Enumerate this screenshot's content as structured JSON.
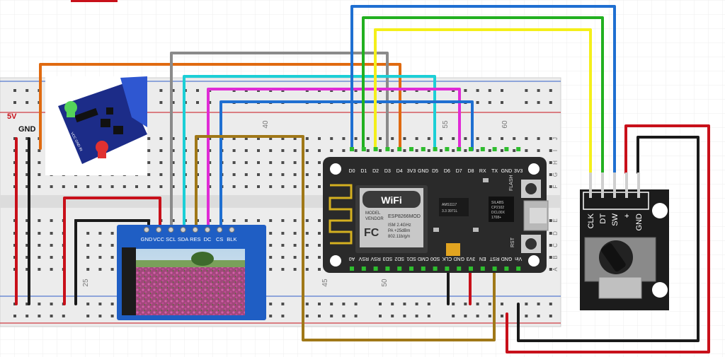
{
  "breadboard": {
    "column_numbers": [
      "25",
      "40",
      "45",
      "50",
      "55",
      "60"
    ],
    "row_letters": [
      "J",
      "I",
      "H",
      "G",
      "F",
      "E",
      "D",
      "C",
      "B",
      "A"
    ]
  },
  "power_labels": {
    "v5": "5V",
    "gnd": "GND",
    "in": "IN"
  },
  "relay_module": {
    "pin_labels": "VCC GND IN"
  },
  "tft_display": {
    "pins": [
      "GND",
      "VCC",
      "SCL",
      "SDA",
      "RES",
      "DC",
      "CS",
      "BLK"
    ]
  },
  "nodemcu": {
    "top_pins": [
      "D0",
      "D1",
      "D2",
      "D3",
      "D4",
      "3V3",
      "GND",
      "D5",
      "D6",
      "D7",
      "D8",
      "RX",
      "TX",
      "GND",
      "3V3"
    ],
    "bottom_pins": [
      "A0",
      "RSV",
      "RSV",
      "SD3",
      "SD2",
      "SD1",
      "CMD",
      "SD0",
      "CLK",
      "GND",
      "3V3",
      "EN",
      "RST",
      "GND",
      "Vin"
    ],
    "wifi_logo": "WiFi",
    "module_text": [
      "MODEL",
      "VENDOR"
    ],
    "module_name": "ESP8266MOD",
    "fc_logo": "FC",
    "module_specs": [
      "ISM 2.4GHz",
      "PA +25dBm",
      "802.11b/g/n"
    ],
    "regulator_text": [
      "AMS1117",
      "3.3 3971L"
    ],
    "usb_chip_text": [
      "SILABS",
      "CP2102",
      "DCL00X",
      "1708+"
    ],
    "flash_label": "FLASH",
    "rst_label": "RST"
  },
  "rotary_encoder": {
    "pins": [
      "CLK",
      "DT",
      "SW",
      "+",
      "GND"
    ]
  },
  "colors": {
    "red": "#c8101a",
    "black": "#1a1a1a",
    "orange": "#e06a10",
    "gray": "#8a8a8a",
    "cyan": "#1ccfd6",
    "magenta": "#e02bd6",
    "blue": "#1f6fd1",
    "brown": "#a07818",
    "green": "#22b020",
    "yellow": "#f4ef1a"
  }
}
